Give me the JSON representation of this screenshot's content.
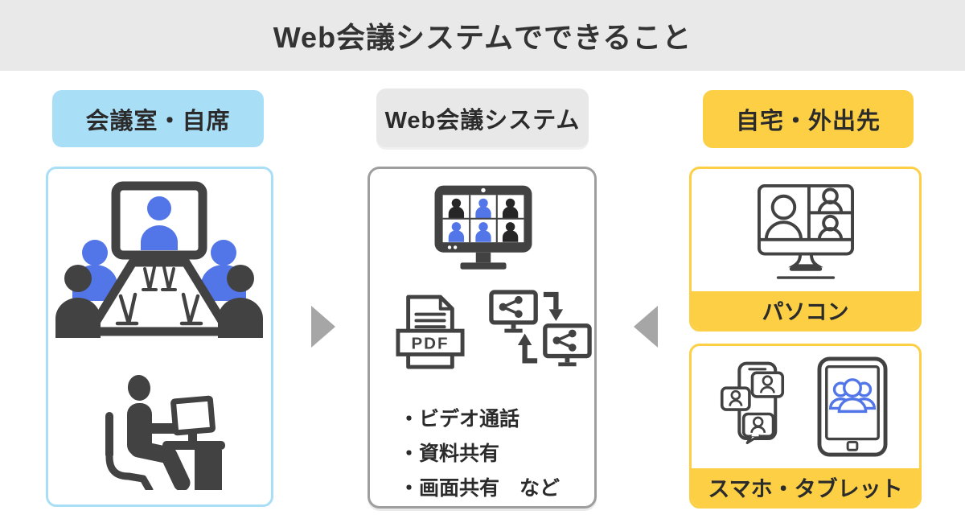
{
  "title": "Web会議システムでできること",
  "columns": {
    "left": {
      "label": "会議室・自席",
      "icons": [
        {
          "name": "meeting-room-illustration"
        },
        {
          "name": "person-at-desk-illustration"
        }
      ]
    },
    "center": {
      "label": "Web会議システム",
      "icons": [
        {
          "name": "video-call-grid-monitor-illustration"
        },
        {
          "name": "pdf-file-icon"
        },
        {
          "name": "screen-share-monitors-icon"
        }
      ],
      "pdf_label": "PDF",
      "features": [
        "・ビデオ通話",
        "・資料共有",
        "・画面共有　など"
      ]
    },
    "right": {
      "label": "自宅・外出先",
      "devices": [
        {
          "label": "パソコン",
          "icon": "pc-video-call-illustration"
        },
        {
          "label": "スマホ・タブレット",
          "icons": [
            "smartphone-chat-bubbles-illustration",
            "tablet-group-call-illustration"
          ]
        }
      ]
    }
  },
  "colors": {
    "header_bg": "#e9e9e9",
    "light_blue": "#a9def7",
    "gray_label_bg": "#e8e8e8",
    "yellow": "#fccf45",
    "box_border_gray": "#9e9e9e",
    "icon_dark": "#424242",
    "figure_blue": "#5276e8",
    "arrow_gray": "#a6a6a6",
    "text_dark": "#2b2b2b"
  }
}
